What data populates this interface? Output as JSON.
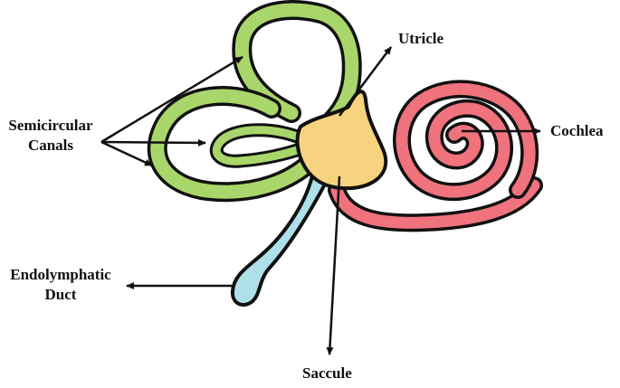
{
  "labels": {
    "semicircular_line1": "Semicircular",
    "semicircular_line2": "Canals",
    "utricle": "Utricle",
    "cochlea": "Cochlea",
    "endolymphatic_line1": "Endolymphatic",
    "endolymphatic_line2": "Duct",
    "saccule": "Saccule"
  },
  "colors": {
    "semicircular_canals": "#a9d66a",
    "utricle": "#f7d37f",
    "saccule": "#f7d37f",
    "cochlea": "#f0727d",
    "endolymphatic_duct": "#aee0ea",
    "outline": "#111111",
    "arrow": "#111111"
  }
}
